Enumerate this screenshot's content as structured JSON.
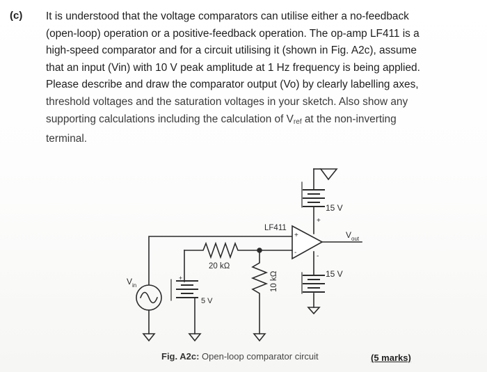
{
  "question": {
    "label": "(c)",
    "lines": [
      "It is understood that the voltage comparators can utilise either a no-feedback",
      "(open-loop) operation or a positive-feedback operation. The op-amp LF411 is a",
      "high-speed comparator and for a circuit utilising it (shown in Fig. A2c), assume",
      "that an input (Vin) with 10 V peak amplitude at 1 Hz frequency is being applied.",
      "Please describe and draw the comparator output (Vo) by clearly labelling axes,",
      "threshold voltages and the saturation voltages in your sketch. Also show any",
      "supporting calculations including the calculation of",
      "at the non-inverting",
      "terminal."
    ],
    "vref_main": "V",
    "vref_sub": "ref"
  },
  "circuit": {
    "opamp_label": "LF411",
    "supply_top_label": "15 V",
    "supply_bottom_label": "15 V",
    "output_label_main": "V",
    "output_label_sub": "out",
    "input_label_main": "V",
    "input_label_sub": "in",
    "resistor_1_label": "20 kΩ",
    "resistor_2_label": "10 kΩ",
    "battery_label": "5 V",
    "plus_sign": "+",
    "minus_sign": "-"
  },
  "figure": {
    "caption_bold": "Fig. A2c:",
    "caption_text": " Open-loop comparator circuit",
    "marks": "(5 marks)"
  }
}
